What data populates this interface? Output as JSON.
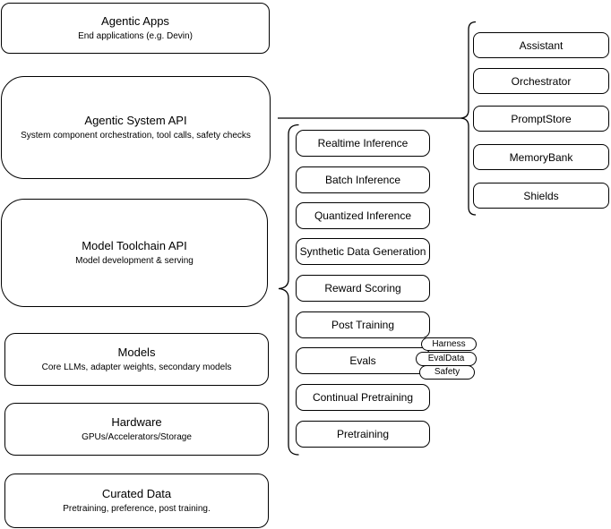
{
  "stack": {
    "items": [
      {
        "title": "Agentic Apps",
        "subtitle": "End applications (e.g. Devin)"
      },
      {
        "title": "Agentic System API",
        "subtitle": "System component orchestration, tool calls, safety checks"
      },
      {
        "title": "Model Toolchain API",
        "subtitle": "Model development & serving"
      },
      {
        "title": "Models",
        "subtitle": "Core LLMs, adapter weights, secondary models"
      },
      {
        "title": "Hardware",
        "subtitle": "GPUs/Accelerators/Storage"
      },
      {
        "title": "Curated Data",
        "subtitle": "Pretraining, preference, post training."
      }
    ]
  },
  "toolchain": {
    "items": [
      {
        "label": "Realtime Inference"
      },
      {
        "label": "Batch Inference"
      },
      {
        "label": "Quantized Inference"
      },
      {
        "label": "Synthetic Data Generation"
      },
      {
        "label": "Reward Scoring"
      },
      {
        "label": "Post Training"
      },
      {
        "label": "Evals"
      },
      {
        "label": "Continual Pretraining"
      },
      {
        "label": "Pretraining"
      }
    ]
  },
  "system_components": {
    "items": [
      {
        "label": "Assistant"
      },
      {
        "label": "Orchestrator"
      },
      {
        "label": "PromptStore"
      },
      {
        "label": "MemoryBank"
      },
      {
        "label": "Shields"
      }
    ]
  },
  "eval_tags": {
    "items": [
      {
        "label": "Harness"
      },
      {
        "label": "EvalData"
      },
      {
        "label": "Safety"
      }
    ]
  },
  "colors": {
    "stroke": "#000000",
    "fill": "#ffffff",
    "background": "#ffffff"
  }
}
